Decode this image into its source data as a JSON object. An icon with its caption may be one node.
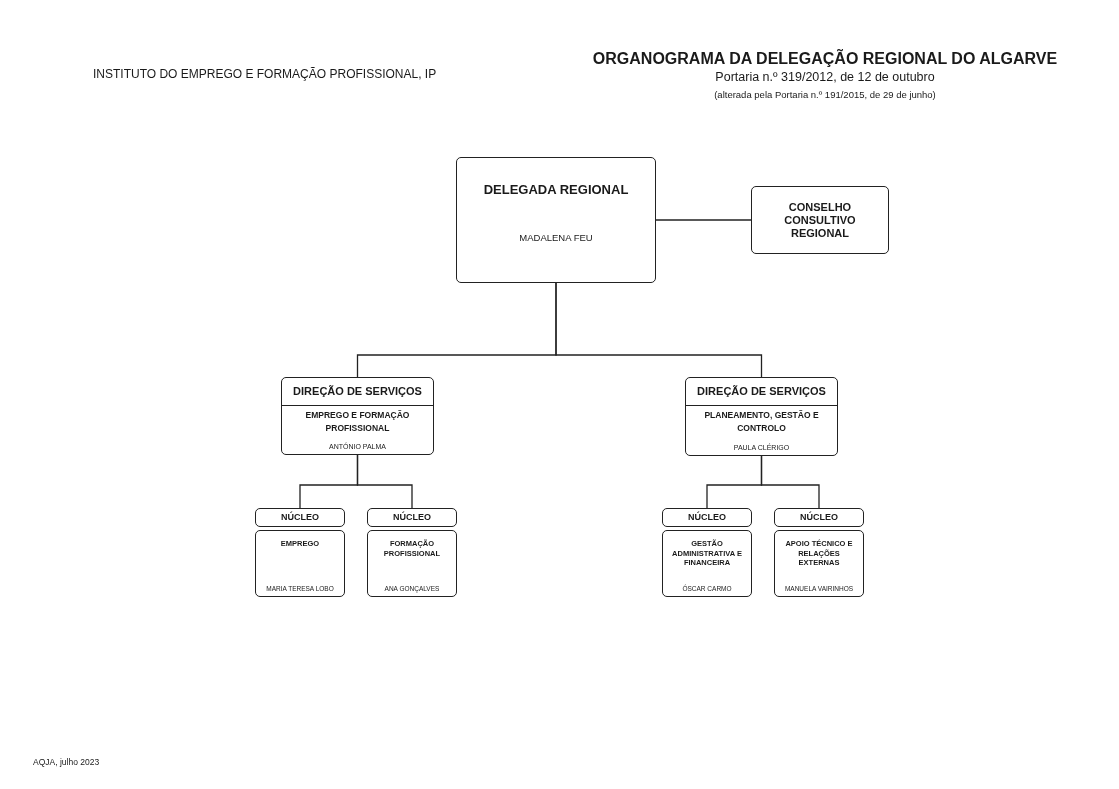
{
  "diagram": {
    "title": "ORGANOGRAMA DA DELEGAÇÃO REGIONAL DO ALGARVE",
    "nodes": [
      {
        "text": [
          "DELEGADA REGIONAL",
          "MADALENA FEU"
        ]
      },
      {
        "text": [
          "CONSELHO CONSULTIVO REGIONAL"
        ]
      },
      {
        "text": [
          "DIREÇÃO DE SERVIÇOS",
          "EMPREGO E FORMAÇÃO PROFISSIONAL",
          "ANTÓNIO PALMA"
        ]
      },
      {
        "text": [
          "DIREÇÃO DE SERVIÇOS",
          "PLANEAMENTO, GESTÃO E CONTROLO",
          "PAULA CLÉRIGO"
        ]
      },
      {
        "text": [
          "NÚCLEO",
          "EMPREGO",
          "MARIA TERESA LOBO"
        ]
      },
      {
        "text": [
          "NÚCLEO",
          "FORMAÇÃO PROFISSIONAL",
          "ANA GONÇALVES"
        ]
      },
      {
        "text": [
          "NÚCLEO",
          "GESTÃO ADMINISTRATIVA E FINANCEIRA",
          "ÓSCAR CARMO"
        ]
      },
      {
        "text": [
          "NÚCLEO",
          "APOIO TÉCNICO E RELAÇÕES EXTERNAS",
          "MANUELA VAIRINHOS"
        ]
      }
    ],
    "edges": [
      {
        "from": 0,
        "to": 1,
        "arrow": "none"
      },
      {
        "from": 0,
        "to": 2,
        "arrow": "none"
      },
      {
        "from": 0,
        "to": 3,
        "arrow": "none"
      },
      {
        "from": 2,
        "to": 4,
        "arrow": "none"
      },
      {
        "from": 2,
        "to": 5,
        "arrow": "none"
      },
      {
        "from": 3,
        "to": 6,
        "arrow": "none"
      },
      {
        "from": 3,
        "to": 7,
        "arrow": "none"
      }
    ],
    "labels": [
      "INSTITUTO DO EMPREGO E FORMAÇÃO PROFISSIONAL, IP",
      "Portaria n.º 319/2012, de 12 de outubro",
      "(alterada pela Portaria n.º 191/2015, de 29 de junho)",
      "AQJA, julho 2023"
    ]
  }
}
